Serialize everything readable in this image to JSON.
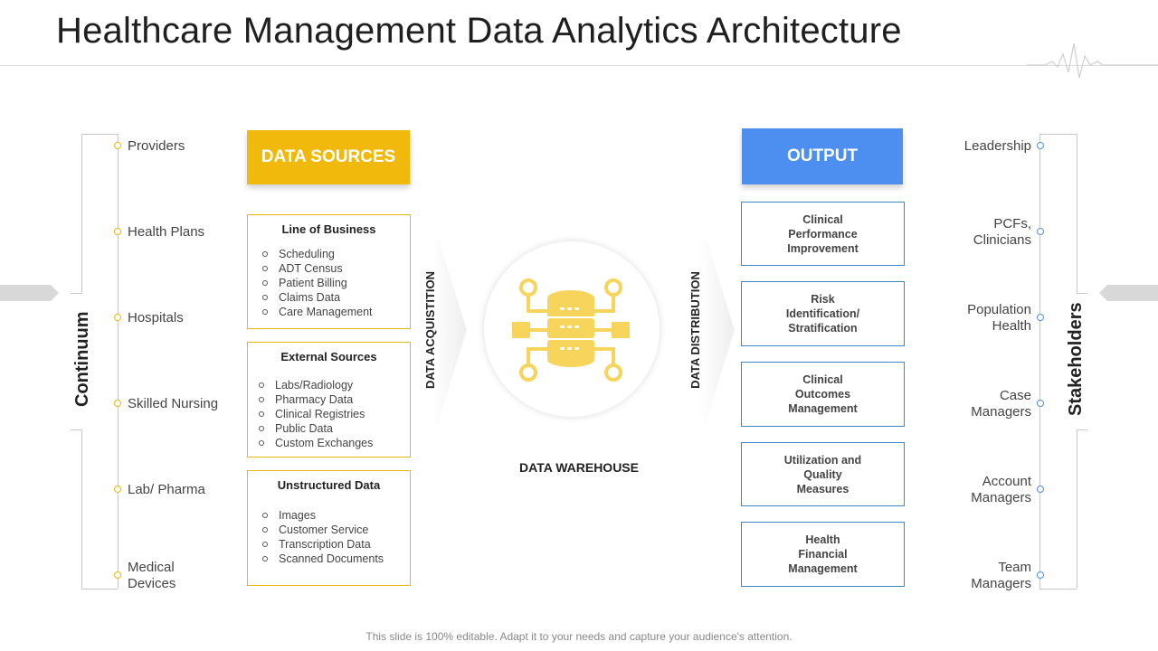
{
  "title": "Healthcare Management Data Analytics Architecture",
  "continuum": {
    "label": "Continuum",
    "items": [
      "Providers",
      "Health Plans",
      "Hospitals",
      "Skilled Nursing",
      "Lab/ Pharma",
      "Medical\nDevices"
    ]
  },
  "data_sources": {
    "header": "DATA SOURCES",
    "boxes": [
      {
        "title": "Line of  Business",
        "items": [
          "Scheduling",
          "ADT Census",
          "Patient Billing",
          "Claims Data",
          "Care Management"
        ]
      },
      {
        "title": "External Sources",
        "items": [
          "Labs/Radiology",
          "Pharmacy Data",
          "Clinical Registries",
          "Public Data",
          "Custom Exchanges"
        ]
      },
      {
        "title": "Unstructured Data",
        "items": [
          "Images",
          "Customer Service",
          "Transcription Data",
          "Scanned Documents"
        ]
      }
    ]
  },
  "data_acquisition_label": "DATA ACQUISTITION",
  "data_warehouse_label": "DATA WAREHOUSE",
  "data_distribution_label": "DATA  DISTRIBUTION",
  "output": {
    "header": "OUTPUT",
    "boxes": [
      "Clinical\nPerformance\nImprovement",
      "Risk\nIdentification/\nStratification",
      "Clinical\nOutcomes\nManagement",
      "Utilization and\nQuality\nMeasures",
      "Health\nFinancial\nManagement"
    ]
  },
  "stakeholders": {
    "label": "Stakeholders",
    "items": [
      "Leadership",
      "PCFs,\nClinicians",
      "Population\nHealth",
      "Case\nManagers",
      "Account\nManagers",
      "Team\nManagers"
    ]
  },
  "footer": "This slide is 100% editable. Adapt it to your needs and capture your audience's attention.",
  "colors": {
    "yellow_accent": "#f0b90b",
    "blue_accent": "#4d8ff0",
    "output_border": "#3d86c6",
    "icon_yellow": "#f7d45c"
  },
  "icons": {
    "warehouse": "database-circuit-icon",
    "header": "heartbeat-pulse-icon"
  }
}
